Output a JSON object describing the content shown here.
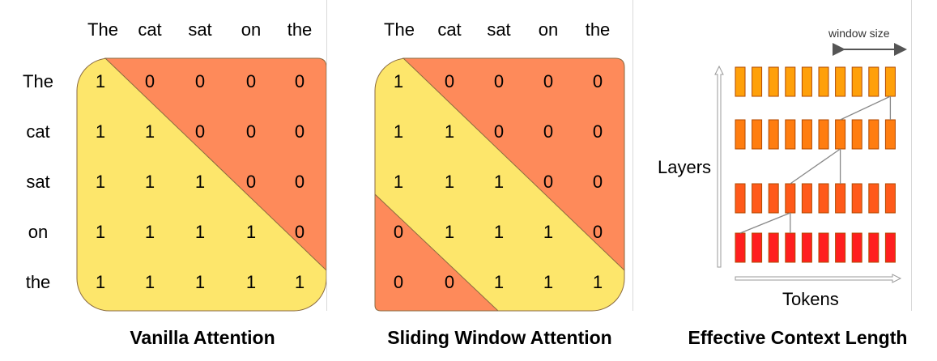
{
  "tokens": [
    "The",
    "cat",
    "sat",
    "on",
    "the"
  ],
  "panels": [
    {
      "caption": "Vanilla Attention",
      "matrix": [
        [
          1,
          0,
          0,
          0,
          0
        ],
        [
          1,
          1,
          0,
          0,
          0
        ],
        [
          1,
          1,
          1,
          0,
          0
        ],
        [
          1,
          1,
          1,
          1,
          0
        ],
        [
          1,
          1,
          1,
          1,
          1
        ]
      ]
    },
    {
      "caption": "Sliding Window Attention",
      "matrix": [
        [
          1,
          0,
          0,
          0,
          0
        ],
        [
          1,
          1,
          0,
          0,
          0
        ],
        [
          1,
          1,
          1,
          0,
          0
        ],
        [
          0,
          1,
          1,
          1,
          0
        ],
        [
          0,
          0,
          1,
          1,
          1
        ]
      ]
    },
    {
      "caption": "Effective Context Length",
      "y_label": "Layers",
      "x_label": "Tokens",
      "window_label": "window size",
      "layers": 4,
      "tokens_per_layer": 10,
      "layer_colors": [
        "#ff1f1f",
        "#ff5a1a",
        "#ff7d10",
        "#ffa00a"
      ]
    }
  ],
  "colors": {
    "attended": "#fde66b",
    "masked": "#fe8a5a",
    "outline": "#8a6a40"
  }
}
